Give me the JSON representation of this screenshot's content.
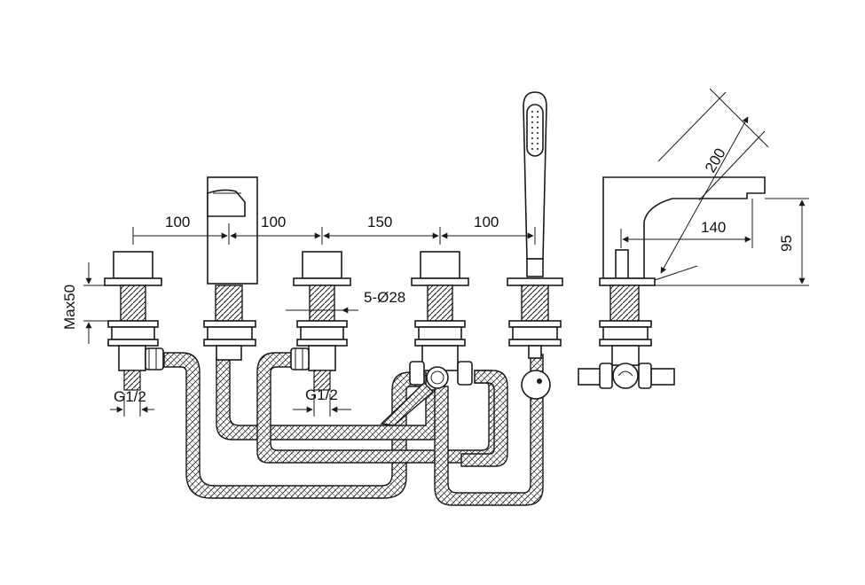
{
  "dimensions": {
    "spacing_1": "100",
    "spacing_2": "100",
    "spacing_3": "150",
    "spacing_4": "100",
    "max_deck": "Max50",
    "holes": "5-Ø28",
    "thread_left": "G1/2",
    "thread_mid": "G1/2",
    "spout_reach": "140",
    "spout_height": "95",
    "spout_length": "200"
  },
  "colors": {
    "line": "#1a1a1a",
    "background": "#ffffff"
  }
}
